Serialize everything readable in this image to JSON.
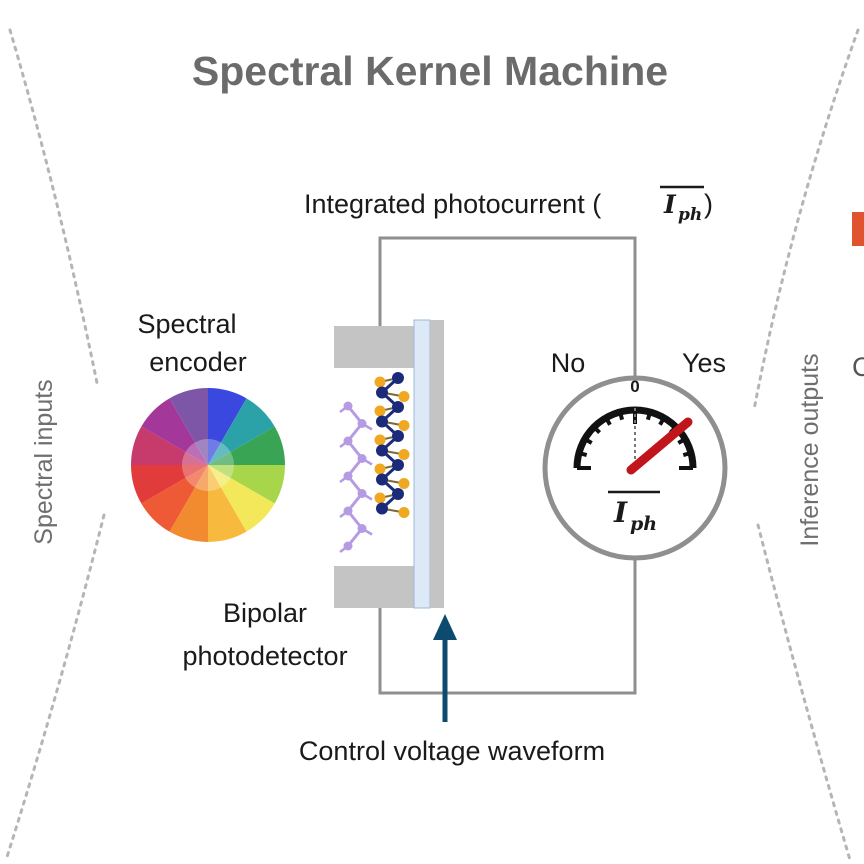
{
  "title": "Spectral Kernel Machine",
  "labels": {
    "integrated_photocurrent": "Integrated photocurrent (",
    "integrated_photocurrent_close": ")",
    "spectral_encoder_line1": "Spectral",
    "spectral_encoder_line2": "encoder",
    "bipolar_line1": "Bipolar",
    "bipolar_line2": "photodetector",
    "control_voltage": "Control voltage waveform",
    "spectral_inputs": "Spectral inputs",
    "inference_outputs": "Inference outputs",
    "gauge_no": "No",
    "gauge_yes": "Yes",
    "gauge_zero": "0",
    "iph_symbol": "I",
    "iph_sub": "ph",
    "right_cut_text": "C"
  },
  "colors": {
    "wire": "#8f8f8f",
    "electrode": "#c4c4c4",
    "needle": "#c0161b",
    "arrow": "#0d4b6e",
    "molecule_purple": "#b49be3",
    "molecule_navy": "#1b2b7a",
    "molecule_gold": "#f0a820",
    "substrate_light": "#dde9f6"
  },
  "color_wheel": [
    "#3b48e0",
    "#2aa2a8",
    "#39a454",
    "#a8d64b",
    "#f3e85a",
    "#f7ba3e",
    "#f28a30",
    "#ef5a36",
    "#e23b3b",
    "#c63a6c",
    "#a3389a",
    "#7d56a8"
  ],
  "icons": {
    "color_wheel": "color-wheel-icon",
    "gauge": "gauge-icon",
    "arrow": "arrow-up-icon",
    "molecule": "molecule-chain-icon"
  }
}
